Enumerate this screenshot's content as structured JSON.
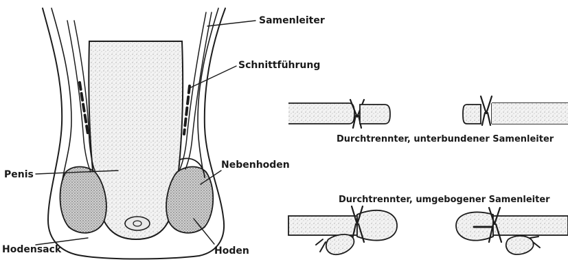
{
  "labels": {
    "samenleiter": "Samenleiter",
    "schnittfuehrung": "Schnittführung",
    "nebenhoden": "Nebenhoden",
    "penis": "Penis",
    "hodensack": "Hodensack",
    "hoden": "Hoden"
  },
  "captions": {
    "unterbunden": "Durchtrennter, unterbundener Samenleiter",
    "umgebogen": "Durchtrennter, umgebogener Samenleiter"
  }
}
